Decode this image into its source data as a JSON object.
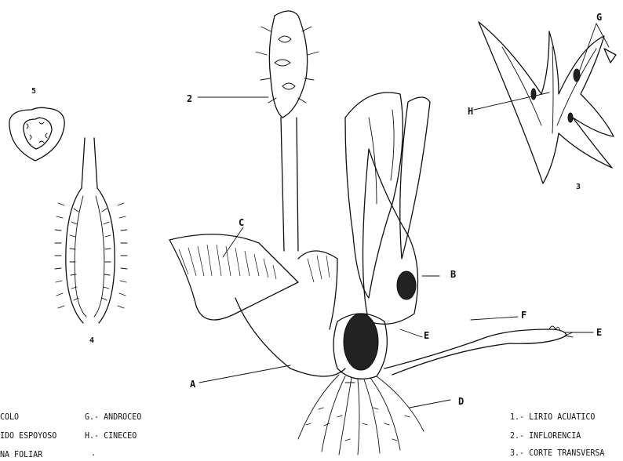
{
  "figure": {
    "part_labels": {
      "A": "A",
      "B": "B",
      "C": "C",
      "D": "D",
      "E1": "E",
      "E2": "E",
      "F": "F",
      "G": "G",
      "H": "H"
    },
    "view_numbers": {
      "n2": "2",
      "n3": "3",
      "n4": "4",
      "n5": "5"
    }
  },
  "legend": {
    "left_col_a": [
      "COLO",
      "IDO ESPOYOSO",
      "NA FOLIAR"
    ],
    "left_col_b": [
      "G.- ANDROCEO",
      "H.- CINECEO",
      "."
    ],
    "right_col": [
      "1.- LIRIO ACUATICO",
      "2.- INFLORENCIA",
      "3.- CORTE TRANSVERSA"
    ]
  },
  "colors": {
    "ink": "#111111",
    "paper": "#ffffff"
  }
}
